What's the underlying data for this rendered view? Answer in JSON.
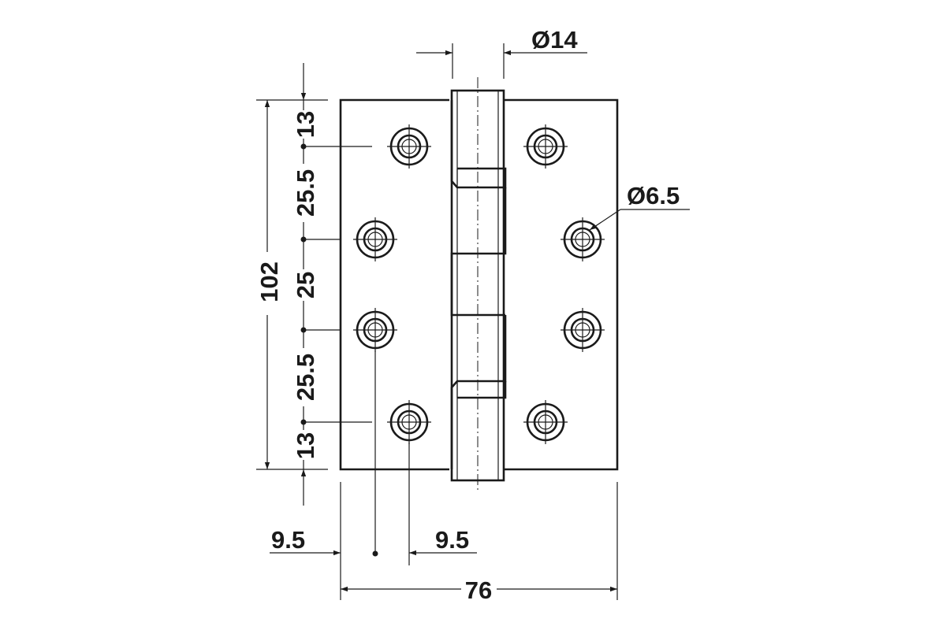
{
  "colors": {
    "line": "#1a1a1a",
    "background": "#ffffff"
  },
  "dimensions": {
    "pin_diameter": "Ø14",
    "hole_diameter": "Ø6.5",
    "overall_height": "102",
    "hole_spacing_top_margin": "13",
    "hole_spacing_upper": "25.5",
    "hole_spacing_middle": "25",
    "hole_spacing_lower": "25.5",
    "hole_spacing_bottom_margin": "13",
    "edge_offset_inner_holes": "9.5",
    "edge_offset_outer_holes": "9.5",
    "overall_width": "76"
  },
  "holes": {
    "count": 8,
    "left_leaf": [
      "hole-1",
      "hole-2",
      "hole-3",
      "hole-4"
    ],
    "right_leaf": [
      "hole-5",
      "hole-6",
      "hole-7",
      "hole-8"
    ]
  }
}
